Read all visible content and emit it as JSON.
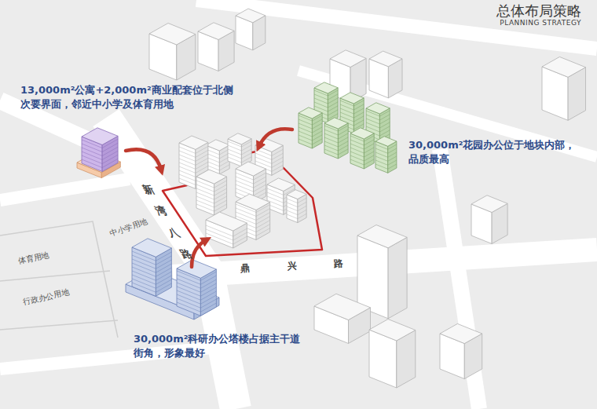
{
  "diagram": {
    "title": "总体布局策略",
    "nodes": [
      {
        "text": [
          "13,000m²公寓+2,000m²商业配套位于北侧次要界面，邻近中小学及体育用地"
        ]
      },
      {
        "text": [
          "30,000m²花园办公位于地块内部，品质最高"
        ]
      },
      {
        "text": [
          "30,000m²科研办公塔楼占据主干道街角，形象最好"
        ]
      }
    ],
    "labels": [
      "PLANNING STRATEGY",
      "新湾八路",
      "中小学用地",
      "体育用地",
      "行政办公用地",
      "鼎兴路"
    ]
  }
}
